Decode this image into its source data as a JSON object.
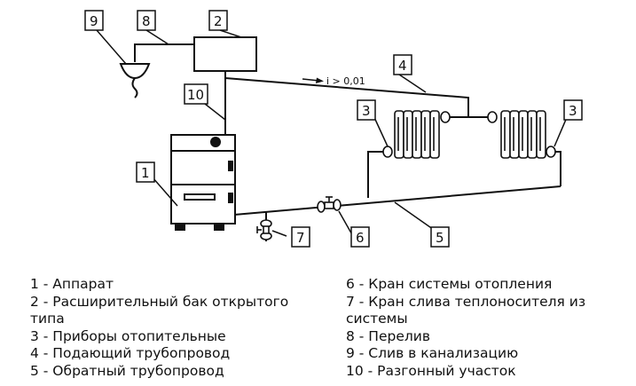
{
  "callouts": {
    "c1": "1",
    "c2": "2",
    "c3a": "3",
    "c3b": "3",
    "c4": "4",
    "c5": "5",
    "c6": "6",
    "c7": "7",
    "c8": "8",
    "c9": "9",
    "c10": "10"
  },
  "slope_note": "i > 0,01",
  "legend": {
    "left": [
      "1 - Аппарат",
      "2 - Расширительный бак открытого типа",
      "3 - Приборы отопительные",
      "4 - Подающий трубопровод",
      "5 - Обратный трубопровод"
    ],
    "right": [
      "6 - Кран системы отопления",
      "7 - Кран слива теплоносителя из системы",
      "8 - Перелив",
      "9 - Слив в канализацию",
      "10 - Разгонный участок"
    ]
  }
}
